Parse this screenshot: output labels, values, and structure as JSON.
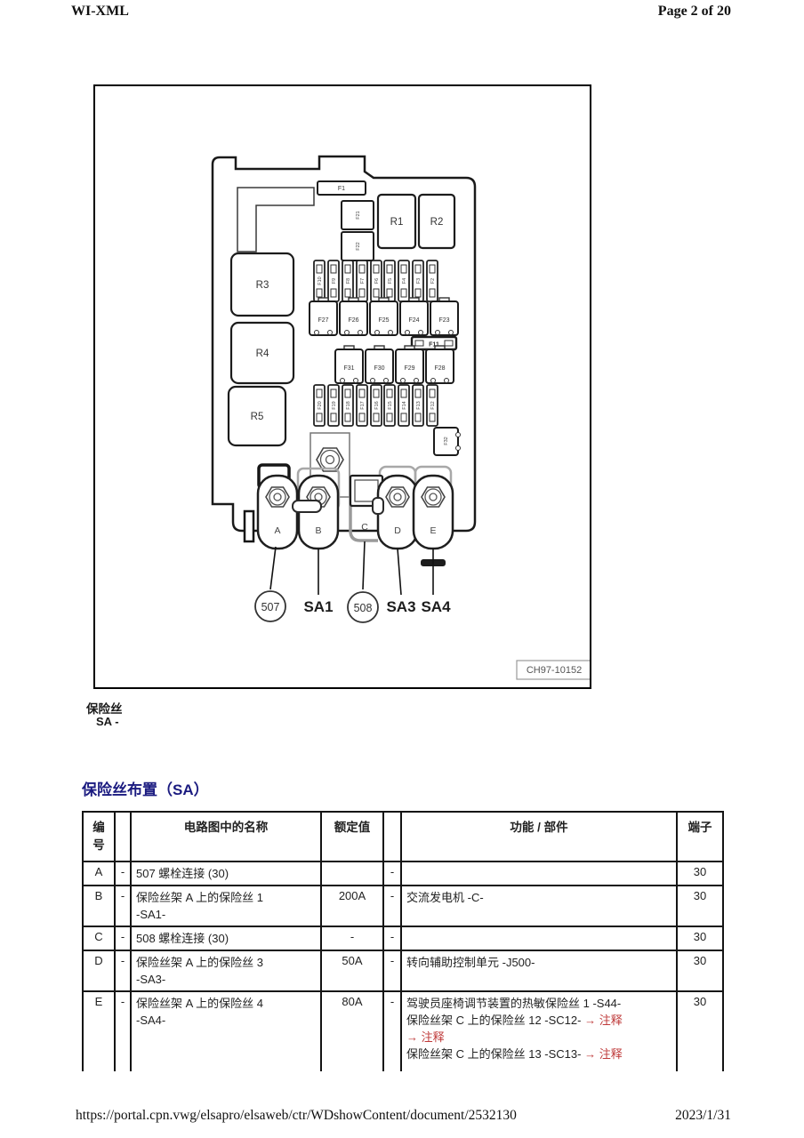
{
  "header": {
    "app": "WI-XML",
    "page": "Page 2 of 20"
  },
  "footer": {
    "url": "https://portal.cpn.vwg/elsapro/elsaweb/ctr/WDshowContent/document/2532130",
    "date": "2023/1/31"
  },
  "colors": {
    "section_title": "#1b1b80",
    "note_red": "#bf3a3a"
  },
  "figure": {
    "image_id": "CH97-10152",
    "caption": {
      "title": "保险丝",
      "code": "SA -"
    },
    "labels": {
      "f1": "F1",
      "f21": "F21",
      "f22": "F22",
      "relays": [
        "R1",
        "R2",
        "R3",
        "R4",
        "R5"
      ],
      "fuse_row_top": [
        "F10",
        "F9",
        "F8",
        "F7",
        "F6",
        "F5",
        "F4",
        "F3",
        "F2"
      ],
      "fuse_mid": [
        "F27",
        "F26",
        "F25",
        "F24",
        "F23"
      ],
      "f11": "F11",
      "fuse_lower": [
        "F31",
        "F30",
        "F29",
        "F28"
      ],
      "fuse_row_bottom": [
        "F20",
        "F19",
        "F18",
        "F17",
        "F16",
        "F15",
        "F14",
        "F13",
        "F12"
      ],
      "f32": "F32",
      "terminals": [
        "A",
        "B",
        "C",
        "D",
        "E"
      ],
      "callouts": [
        "507",
        "SA1",
        "508",
        "SA3",
        "SA4"
      ]
    }
  },
  "section_title": "保险丝布置（SA）",
  "table": {
    "headers": [
      "编号",
      "",
      "电路图中的名称",
      "额定值",
      "",
      "功能 / 部件",
      "端子"
    ],
    "rows": [
      {
        "no": "A",
        "d1": "-",
        "name1": "507 螺栓连接 (30)",
        "name2": "",
        "rating": "",
        "d2": "-",
        "fn": [],
        "terminal": "30"
      },
      {
        "no": "B",
        "d1": "-",
        "name1": "保险丝架 A 上的保险丝 1",
        "name2": "-SA1-",
        "rating": "200A",
        "d2": "-",
        "fn": [
          {
            "t": "交流发电机 -C-",
            "n": ""
          }
        ],
        "terminal": "30"
      },
      {
        "no": "C",
        "d1": "-",
        "name1": "508 螺栓连接 (30)",
        "name2": "",
        "rating": "-",
        "d2": "-",
        "fn": [],
        "terminal": "30"
      },
      {
        "no": "D",
        "d1": "-",
        "name1": "保险丝架 A 上的保险丝 3",
        "name2": "-SA3-",
        "rating": "50A",
        "d2": "-",
        "fn": [
          {
            "t": "转向辅助控制单元 -J500-",
            "n": ""
          }
        ],
        "terminal": "30"
      },
      {
        "no": "E",
        "d1": "-",
        "name1": "保险丝架 A 上的保险丝 4",
        "name2": "-SA4-",
        "rating": "80A",
        "d2": "-",
        "fn": [
          {
            "t": "驾驶员座椅调节装置的热敏保险丝 1 -S44-",
            "n": ""
          },
          {
            "t": "保险丝架 C 上的保险丝 12 -SC12- ",
            "n": "→ 注释"
          },
          {
            "t": "",
            "n": "→ 注释"
          },
          {
            "t": "保险丝架 C 上的保险丝 13 -SC13- ",
            "n": "→ 注释"
          }
        ],
        "terminal": "30"
      }
    ]
  }
}
